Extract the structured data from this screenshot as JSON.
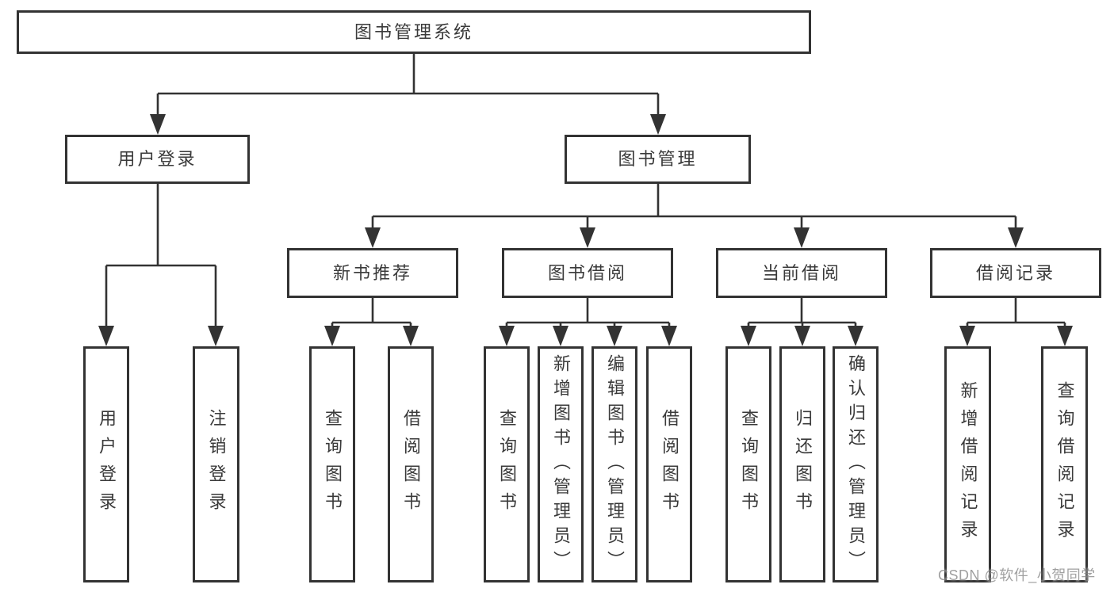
{
  "tree": {
    "label": "图书管理系统",
    "children": [
      {
        "label": "用户登录",
        "children": [
          {
            "label": "用户登录"
          },
          {
            "label": "注销登录"
          }
        ]
      },
      {
        "label": "图书管理",
        "children": [
          {
            "label": "新书推荐",
            "children": [
              {
                "label": "查询图书"
              },
              {
                "label": "借阅图书"
              }
            ]
          },
          {
            "label": "图书借阅",
            "children": [
              {
                "label": "查询图书"
              },
              {
                "label": "新增图书（管理员）"
              },
              {
                "label": "编辑图书（管理员）"
              },
              {
                "label": "借阅图书"
              }
            ]
          },
          {
            "label": "当前借阅",
            "children": [
              {
                "label": "查询图书"
              },
              {
                "label": "归还图书"
              },
              {
                "label": "确认归还（管理员）"
              }
            ]
          },
          {
            "label": "借阅记录",
            "children": [
              {
                "label": "新增借阅记录"
              },
              {
                "label": "查询借阅记录"
              }
            ]
          }
        ]
      }
    ]
  },
  "watermark": {
    "text": "CSDN @软件_小贺同学"
  },
  "colors": {
    "line": "#333333",
    "box_border": "#333333",
    "text": "#3a3a3a",
    "background": "#ffffff",
    "watermark": "#8c8c8c"
  }
}
